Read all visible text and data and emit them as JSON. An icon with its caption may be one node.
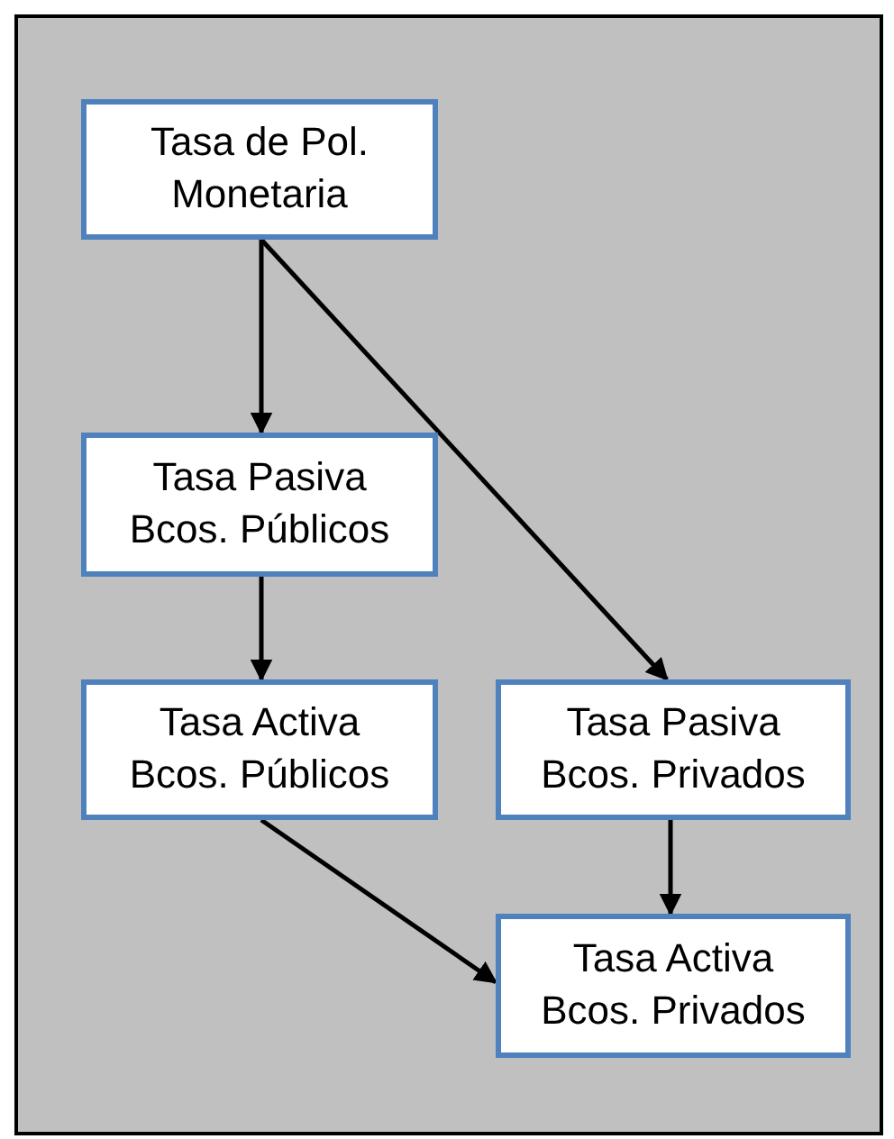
{
  "diagram": {
    "nodes": [
      {
        "text": [
          "Tasa de Pol. Monetaria"
        ]
      },
      {
        "text": [
          "Tasa Pasiva Bcos. Públicos"
        ]
      },
      {
        "text": [
          "Tasa Activa Bcos. Públicos"
        ]
      },
      {
        "text": [
          "Tasa Pasiva Bcos. Privados"
        ]
      },
      {
        "text": [
          "Tasa Activa Bcos. Privados"
        ]
      }
    ],
    "edges": [
      {
        "from": 0,
        "to": 1,
        "arrow": "to"
      },
      {
        "from": 0,
        "to": 3,
        "arrow": "to"
      },
      {
        "from": 1,
        "to": 2,
        "arrow": "to"
      },
      {
        "from": 2,
        "to": 4,
        "arrow": "to"
      },
      {
        "from": 3,
        "to": 4,
        "arrow": "to"
      }
    ]
  }
}
